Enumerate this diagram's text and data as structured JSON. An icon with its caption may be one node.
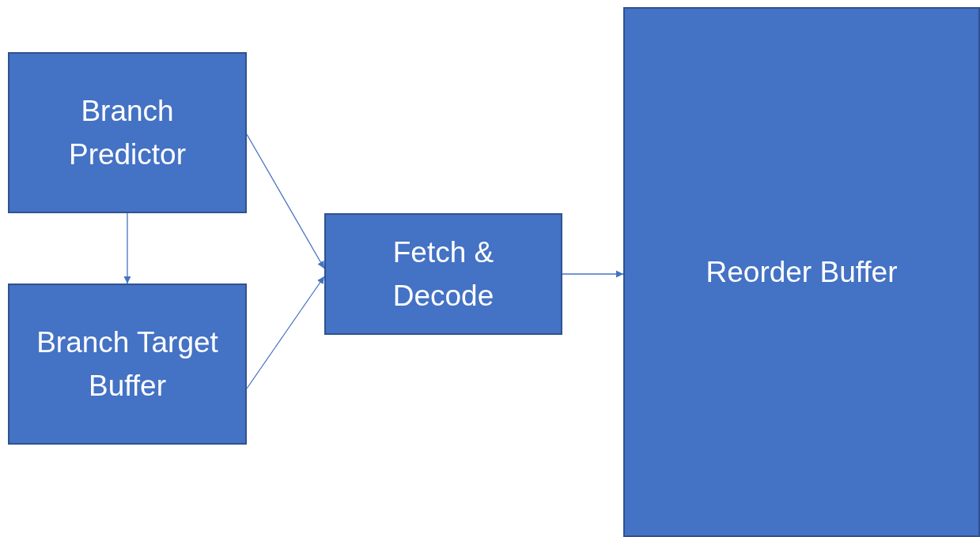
{
  "diagram": {
    "nodes": [
      {
        "text": [
          "Branch Predictor"
        ]
      },
      {
        "text": [
          "Branch Target Buffer"
        ]
      },
      {
        "text": [
          "Fetch & Decode"
        ]
      },
      {
        "text": [
          "Reorder Buffer"
        ]
      }
    ],
    "edges": [
      {
        "from": 0,
        "to": 1,
        "arrow": "to"
      },
      {
        "from": 0,
        "to": 2,
        "arrow": "to"
      },
      {
        "from": 1,
        "to": 2,
        "arrow": "to"
      },
      {
        "from": 2,
        "to": 3,
        "arrow": "to"
      }
    ]
  }
}
